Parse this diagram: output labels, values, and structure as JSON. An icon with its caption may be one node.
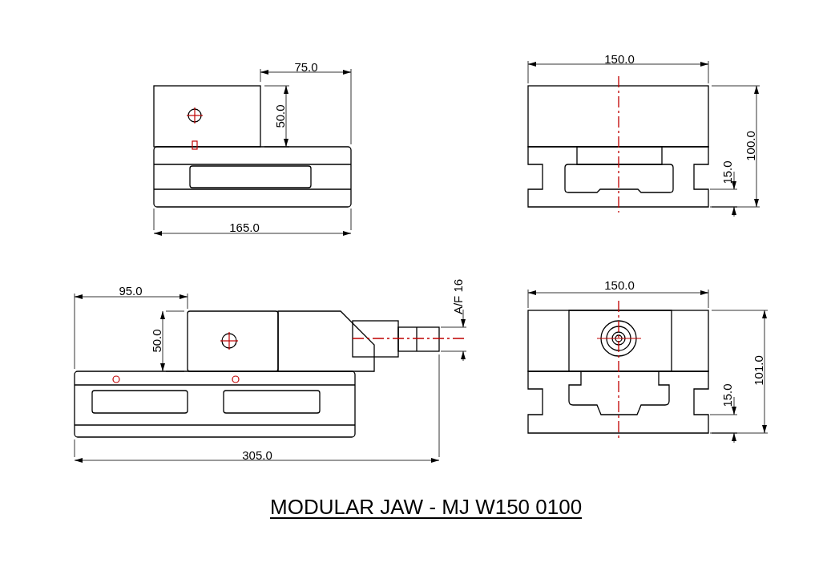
{
  "diagram": {
    "title": "MODULAR JAW -  MJ W150 0100",
    "labels": [
      "75.0",
      "150.0",
      "50.0",
      "100.0",
      "15.0",
      "165.0",
      "A/F 16",
      "95.0",
      "150.0",
      "50.0",
      "101.0",
      "15.0",
      "305.0"
    ]
  }
}
